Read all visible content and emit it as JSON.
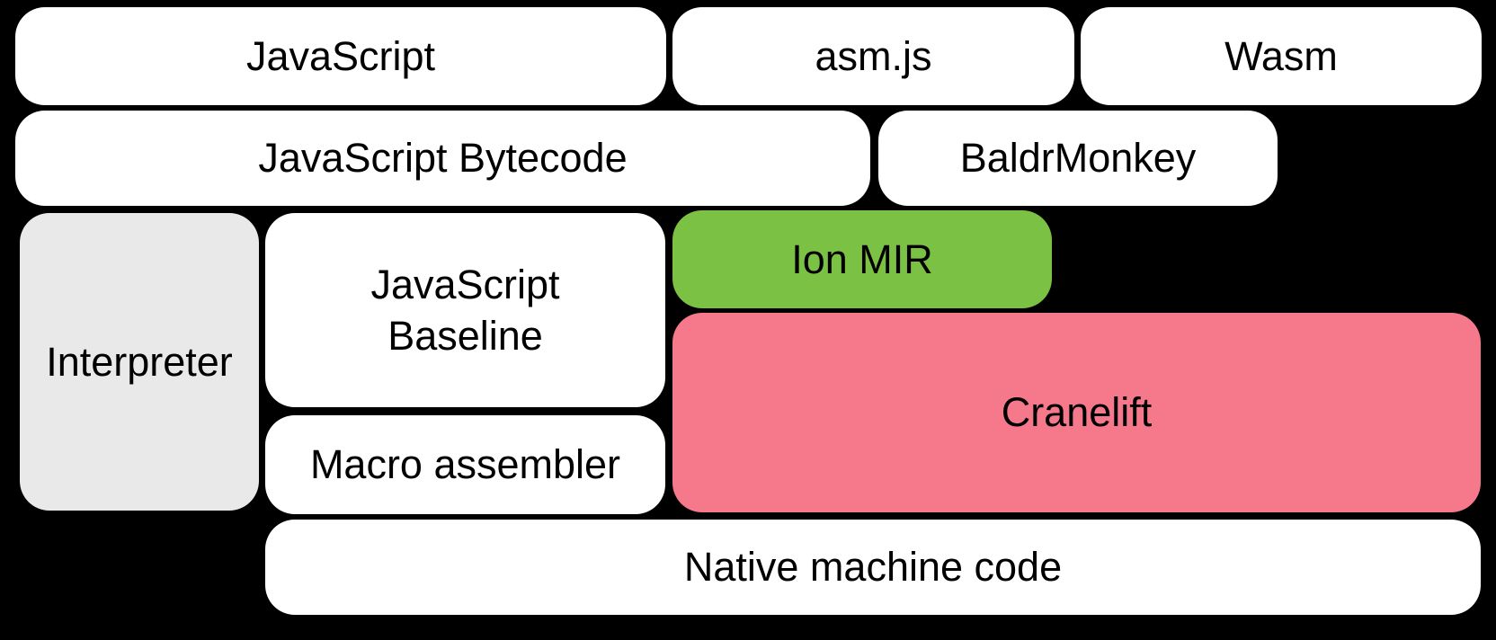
{
  "diagram": {
    "background_color": "#000000",
    "text_color": "#000000",
    "colors": {
      "box_white": "#ffffff",
      "interpreter_gray": "#e9e9e9",
      "ion_green": "#7bc143",
      "cranelift_pink": "#f6798b"
    },
    "boxes": [
      {
        "id": "javascript",
        "label": "JavaScript",
        "color": "#ffffff"
      },
      {
        "id": "asm-js",
        "label": "asm.js",
        "color": "#ffffff"
      },
      {
        "id": "wasm",
        "label": "Wasm",
        "color": "#ffffff"
      },
      {
        "id": "javascript-bytecode",
        "label": "JavaScript Bytecode",
        "color": "#ffffff"
      },
      {
        "id": "baldrmonkey",
        "label": "BaldrMonkey",
        "color": "#ffffff"
      },
      {
        "id": "interpreter",
        "label": "Interpreter",
        "color": "#e9e9e9"
      },
      {
        "id": "javascript-baseline",
        "label": "JavaScript\nBaseline",
        "color": "#ffffff"
      },
      {
        "id": "ion-mir",
        "label": "Ion MIR",
        "color": "#7bc143"
      },
      {
        "id": "cranelift",
        "label": "Cranelift",
        "color": "#f6798b"
      },
      {
        "id": "macro-assembler",
        "label": "Macro assembler",
        "color": "#ffffff"
      },
      {
        "id": "native-machine-code",
        "label": "Native machine code",
        "color": "#ffffff"
      }
    ]
  }
}
